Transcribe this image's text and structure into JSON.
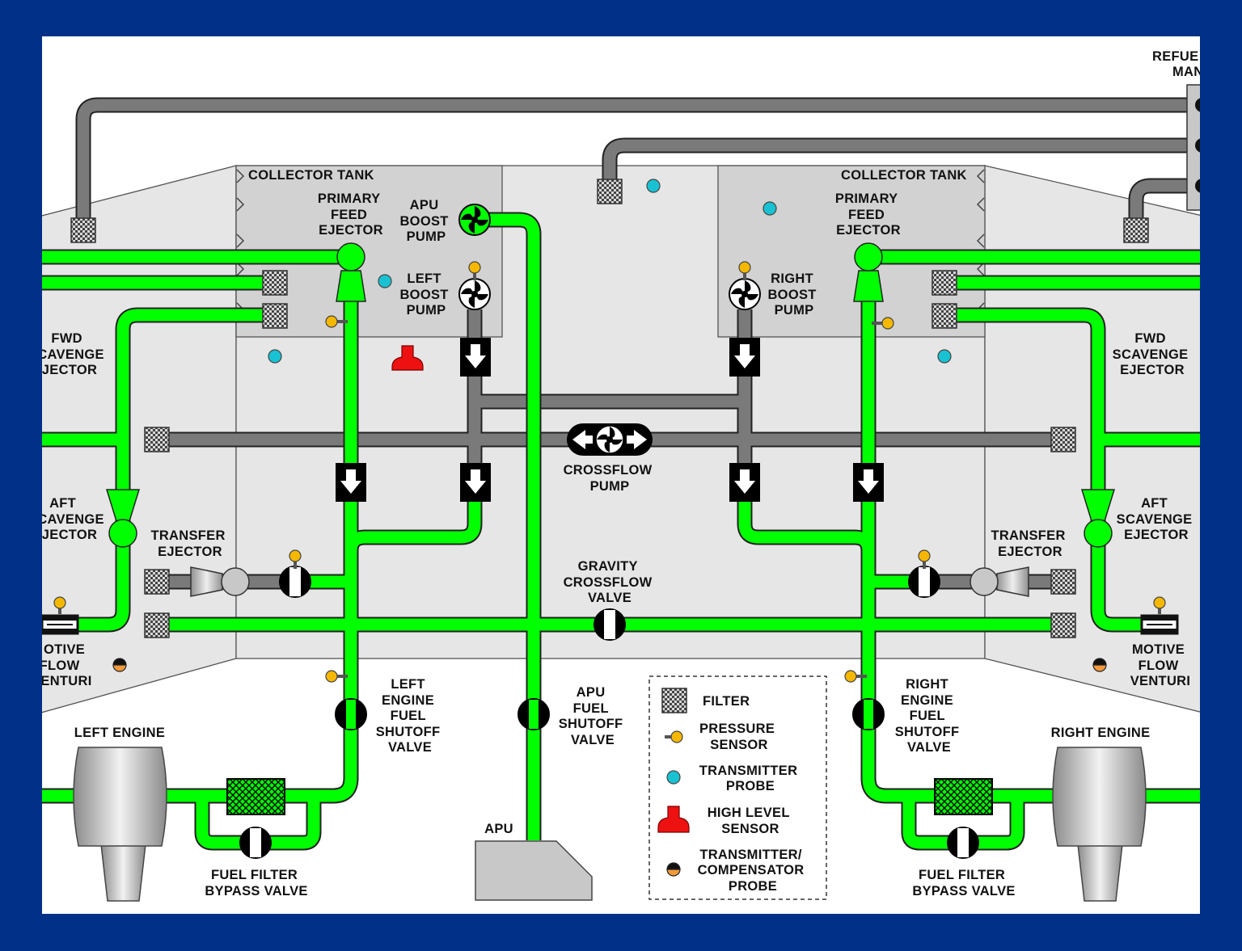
{
  "title": "",
  "colors": {
    "frame": "#003087",
    "fuel_line": "#00ff00",
    "vent_line": "#7a7a7a",
    "tank_fill": "#e6e6e6",
    "collector_fill": "#d2d2d2",
    "pressure_sensor": "#f5b800",
    "transmitter_probe": "#19c2d2",
    "high_level_sensor": "#ee1111",
    "compensator_probe": "#f39a3a"
  },
  "labels": {
    "refuel": "REFUE",
    "manifold": "MAN",
    "collector_tank": "COLLECTOR TANK",
    "primary_feed_ejector": [
      "PRIMARY",
      "FEED",
      "EJECTOR"
    ],
    "apu_boost_pump": [
      "APU",
      "BOOST",
      "PUMP"
    ],
    "left_boost_pump": [
      "LEFT",
      "BOOST",
      "PUMP"
    ],
    "right_boost_pump": [
      "RIGHT",
      "BOOST",
      "PUMP"
    ],
    "fwd_scavenge_ejector_left": [
      "FWD",
      "CAVENGE",
      "JECTOR"
    ],
    "fwd_scavenge_ejector_right": [
      "FWD",
      "SCAVENGE",
      "EJECTOR"
    ],
    "aft_scavenge_ejector_left": [
      "AFT",
      "CAVENGE",
      "JECTOR"
    ],
    "aft_scavenge_ejector_right": [
      "AFT",
      "SCAVENGE",
      "EJECTOR"
    ],
    "transfer_ejector": [
      "TRANSFER",
      "EJECTOR"
    ],
    "motive_flow_venturi_left": [
      "OTIVE",
      "FLOW",
      "ENTURI"
    ],
    "motive_flow_venturi_right": [
      "MOTIVE",
      "FLOW",
      "VENTURI"
    ],
    "crossflow_pump": [
      "CROSSFLOW",
      "PUMP"
    ],
    "gravity_crossflow_valve": [
      "GRAVITY",
      "CROSSFLOW",
      "VALVE"
    ],
    "left_engine_fuel_shutoff_valve": [
      "LEFT",
      "ENGINE",
      "FUEL",
      "SHUTOFF",
      "VALVE"
    ],
    "right_engine_fuel_shutoff_valve": [
      "RIGHT",
      "ENGINE",
      "FUEL",
      "SHUTOFF",
      "VALVE"
    ],
    "apu_fuel_shutoff_valve": [
      "APU",
      "FUEL",
      "SHUTOFF",
      "VALVE"
    ],
    "left_engine": "LEFT ENGINE",
    "right_engine": "RIGHT ENGINE",
    "apu": "APU",
    "fuel_filter_bypass_valve": [
      "FUEL FILTER",
      "BYPASS VALVE"
    ]
  },
  "legend": {
    "filter": "FILTER",
    "pressure_sensor": [
      "PRESSURE",
      "SENSOR"
    ],
    "transmitter_probe": [
      "TRANSMITTER",
      "PROBE"
    ],
    "high_level_sensor": [
      "HIGH LEVEL",
      "SENSOR"
    ],
    "compensator_probe": [
      "TRANSMITTER/",
      "COMPENSATOR",
      "PROBE"
    ]
  }
}
